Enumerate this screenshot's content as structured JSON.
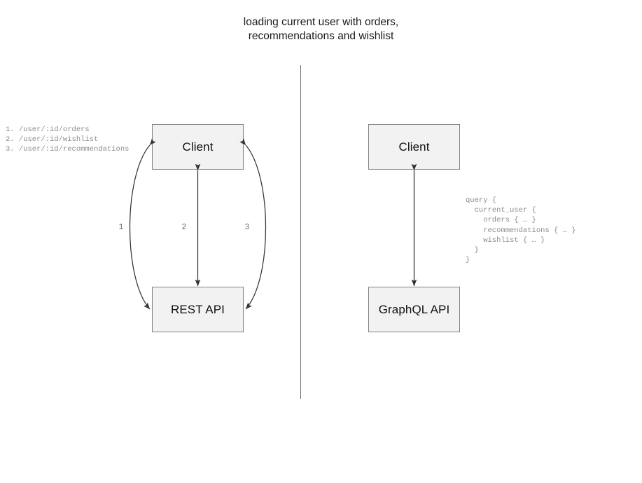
{
  "title": "loading current user with orders,\nrecommendations and wishlist",
  "divider": {
    "name": "vertical-divider"
  },
  "rest_side": {
    "client_box_label": "Client",
    "api_box_label": "REST API",
    "endpoint_list": "1. /user/:id/orders\n2. /user/:id/wishlist\n3. /user/:id/recommendations",
    "edge_labels": [
      "1",
      "2",
      "3"
    ],
    "edges": [
      {
        "label": "1",
        "from": "Client",
        "to": "REST API",
        "shape": "curve-left",
        "double_headed": true
      },
      {
        "label": "2",
        "from": "Client",
        "to": "REST API",
        "shape": "straight",
        "double_headed": true
      },
      {
        "label": "3",
        "from": "Client",
        "to": "REST API",
        "shape": "curve-right",
        "double_headed": true
      }
    ]
  },
  "graphql_side": {
    "client_box_label": "Client",
    "api_box_label": "GraphQL API",
    "query_text": "query {\n  current_user {\n    orders { … }\n    recommendations { … }\n    wishlist { … }\n  }\n}",
    "edges": [
      {
        "from": "Client",
        "to": "GraphQL API",
        "shape": "straight",
        "double_headed": true
      }
    ]
  },
  "colors": {
    "box_fill": "#f2f2f2",
    "box_border": "#808080",
    "arrow": "#333333",
    "divider": "#6f6f6f",
    "mono_text": "#8c8c8c",
    "title_text": "#1a1a1a",
    "background": "#ffffff"
  }
}
